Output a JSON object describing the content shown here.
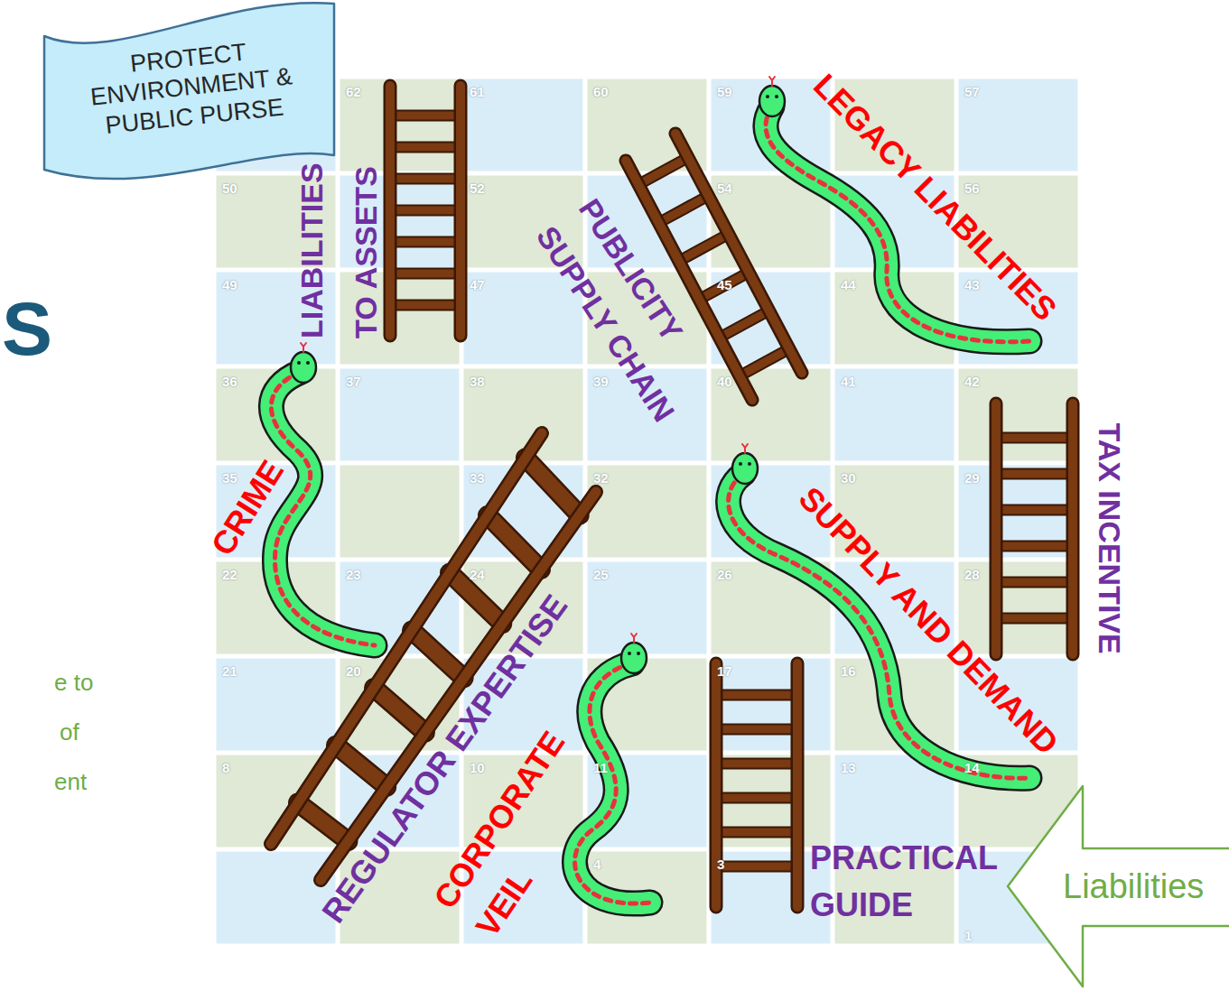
{
  "diagram": {
    "nodes": [
      {
        "text": [
          "PROTECT ENVIRONMENT & PUBLIC PURSE"
        ]
      },
      {
        "text": [
          "Liabilities"
        ]
      }
    ],
    "labels": [
      "S",
      "e to",
      "of",
      "ent",
      "LIABILITIES TO ASSETS",
      "PUBLICITY SUPPLY CHAIN",
      "LEGACY LIABILITIES",
      "CRIME",
      "TAX INCENTIVE",
      "SUPPLY AND DEMAND",
      "REGULATOR EXPERTISE",
      "CORPORATE VEIL",
      "PRACTICAL GUIDE",
      "62",
      "61",
      "60",
      "59",
      "57",
      "50",
      "52",
      "54",
      "56",
      "49",
      "47",
      "45",
      "44",
      "43",
      "36",
      "37",
      "38",
      "39",
      "40",
      "41",
      "42",
      "35",
      "33",
      "32",
      "30",
      "29",
      "22",
      "23",
      "24",
      "25",
      "26",
      "28",
      "21",
      "20",
      "17",
      "16",
      "8",
      "10",
      "11",
      "13",
      "14",
      "4",
      "3",
      "1"
    ]
  }
}
